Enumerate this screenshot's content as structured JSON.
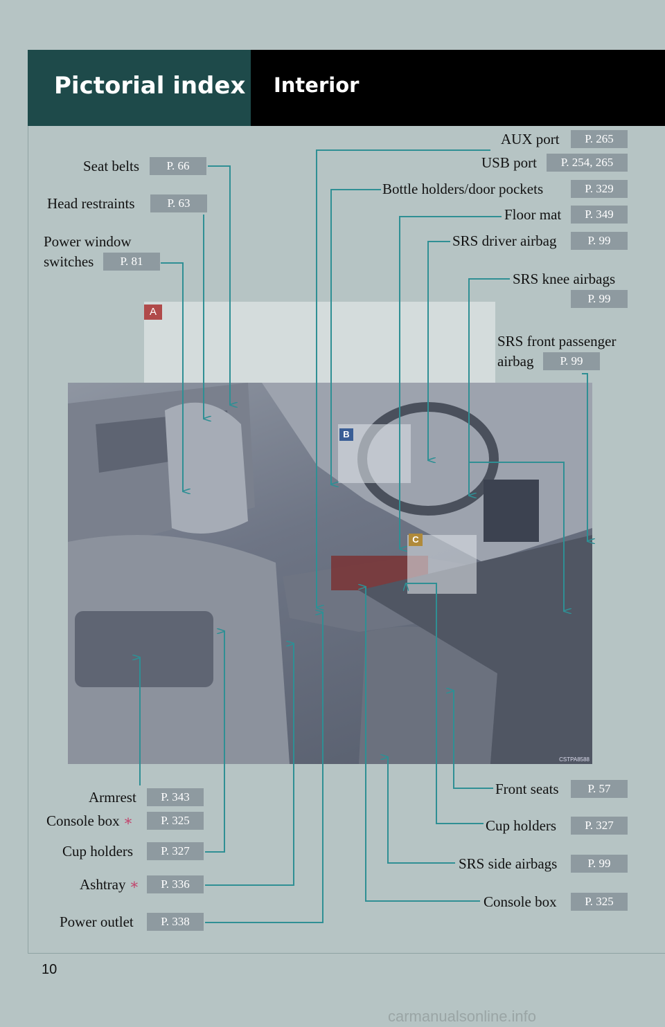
{
  "header": {
    "title": "Pictorial index",
    "subtitle": "Interior"
  },
  "page_number": "10",
  "footer": "carmanualsonline.info",
  "panel_tags": {
    "a": "A",
    "b": "B",
    "c": "C"
  },
  "photo_code": "CSTPA8588",
  "callouts": {
    "seat_belts": {
      "label": "Seat belts",
      "page": "P. 66"
    },
    "head_restraints": {
      "label": "Head restraints",
      "page": "P. 63"
    },
    "power_window": {
      "label1": "Power window",
      "label2": "switches",
      "page": "P. 81"
    },
    "aux_port": {
      "label": "AUX port",
      "page": "P. 265"
    },
    "usb_port": {
      "label": "USB port",
      "page": "P. 254, 265"
    },
    "bottle_holders": {
      "label": "Bottle holders/door pockets",
      "page": "P. 329"
    },
    "floor_mat": {
      "label": "Floor mat",
      "page": "P. 349"
    },
    "srs_driver": {
      "label": "SRS driver airbag",
      "page": "P. 99"
    },
    "srs_knee": {
      "label": "SRS knee airbags",
      "page": "P. 99"
    },
    "srs_front_passenger": {
      "label1": "SRS front passenger",
      "label2": "airbag",
      "page": "P. 99"
    },
    "armrest": {
      "label": "Armrest",
      "page": "P. 343"
    },
    "console_box_left": {
      "label": "Console box",
      "star": "∗",
      "page": "P. 325"
    },
    "cup_holders_left": {
      "label": "Cup holders",
      "page": "P. 327"
    },
    "ashtray": {
      "label": "Ashtray",
      "star": "∗",
      "page": "P. 336"
    },
    "power_outlet": {
      "label": "Power outlet",
      "page": "P. 338"
    },
    "front_seats": {
      "label": "Front seats",
      "page": "P. 57"
    },
    "cup_holders_right": {
      "label": "Cup holders",
      "page": "P. 327"
    },
    "srs_side": {
      "label": "SRS side airbags",
      "page": "P. 99"
    },
    "console_box_right": {
      "label": "Console box",
      "page": "P. 325"
    }
  },
  "colors": {
    "header_left": "#1e4a4a",
    "header_right": "#000000",
    "leader": "#2f8f94",
    "badge": "#8e9aa0",
    "star": "#c2416a",
    "tag_a": "#b04a4a",
    "tag_b": "#3a5e96",
    "tag_c": "#b08a3a"
  }
}
